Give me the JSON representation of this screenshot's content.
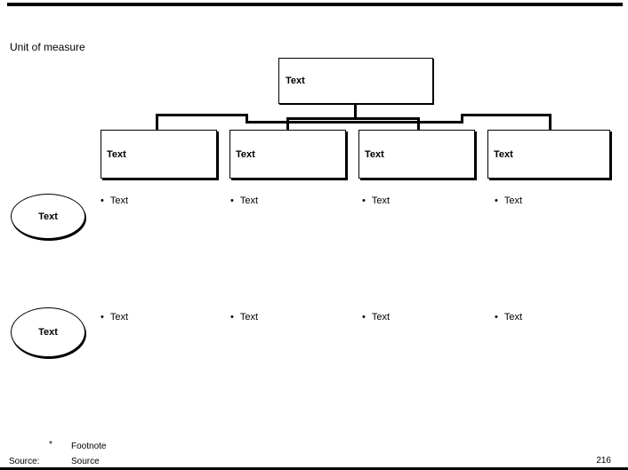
{
  "page": {
    "unit_of_measure": "Unit of measure",
    "page_number": "216"
  },
  "diagram": {
    "root": {
      "label": "Text"
    },
    "children": [
      {
        "label": "Text"
      },
      {
        "label": "Text"
      },
      {
        "label": "Text"
      },
      {
        "label": "Text"
      }
    ],
    "ovals": [
      {
        "label": "Text"
      },
      {
        "label": "Text"
      }
    ],
    "bullet_glyph": "•",
    "bullet_rows": [
      {
        "items": [
          "Text",
          "Text",
          "Text",
          "Text"
        ]
      },
      {
        "items": [
          "Text",
          "Text",
          "Text",
          "Text"
        ]
      }
    ]
  },
  "footer": {
    "footnote_marker": "*",
    "footnote": "Footnote",
    "source_label": "Source:",
    "source": "Source"
  }
}
